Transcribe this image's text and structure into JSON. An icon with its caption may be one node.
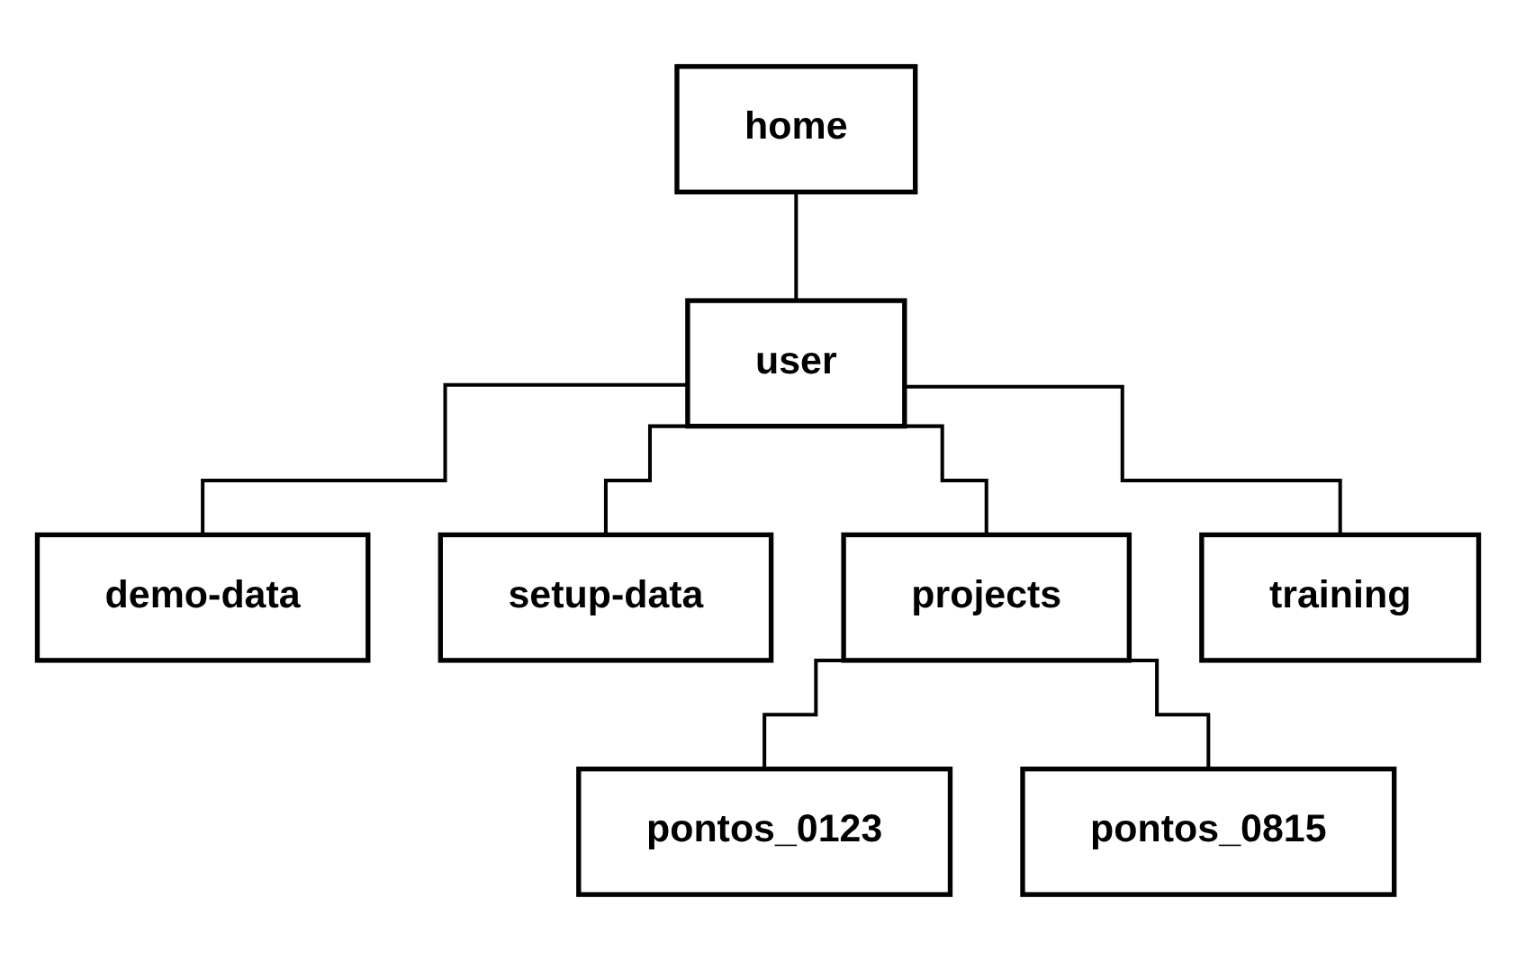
{
  "diagram": {
    "nodes": [
      {
        "text": [
          "home"
        ]
      },
      {
        "text": [
          "user"
        ]
      },
      {
        "text": [
          "demo-data"
        ]
      },
      {
        "text": [
          "setup-data"
        ]
      },
      {
        "text": [
          "projects"
        ]
      },
      {
        "text": [
          "training"
        ]
      },
      {
        "text": [
          "pontos_0123"
        ]
      },
      {
        "text": [
          "pontos_0815"
        ]
      }
    ],
    "edges": [
      {
        "from": 0,
        "to": 1,
        "arrow": "none"
      },
      {
        "from": 1,
        "to": 2,
        "arrow": "none"
      },
      {
        "from": 1,
        "to": 3,
        "arrow": "none"
      },
      {
        "from": 1,
        "to": 4,
        "arrow": "none"
      },
      {
        "from": 1,
        "to": 5,
        "arrow": "none"
      },
      {
        "from": 4,
        "to": 6,
        "arrow": "none"
      },
      {
        "from": 4,
        "to": 7,
        "arrow": "none"
      }
    ]
  }
}
